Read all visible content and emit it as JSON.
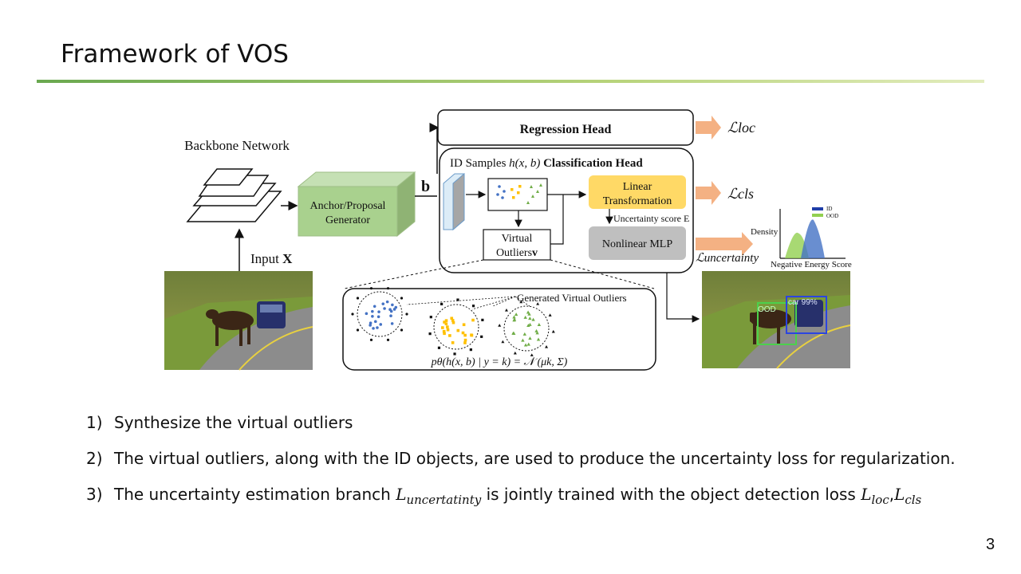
{
  "slide": {
    "title": "Framework of VOS",
    "page_number": "3"
  },
  "diagram": {
    "backbone_label": "Backbone Network",
    "input_label": "Input",
    "input_symbol": "X",
    "anchor_line1": "Anchor/Proposal",
    "anchor_line2": "Generator",
    "b_label": "b",
    "regression_head": "Regression Head",
    "id_samples_prefix": "ID Samples ",
    "id_samples_math": "h(x, b)",
    "classification_head": "Classification Head",
    "linear_line1": "Linear",
    "linear_line2": "Transformation",
    "uncertainty_score": "Uncertainty score E",
    "nonlinear_mlp": "Nonlinear MLP",
    "virtual_line1": "Virtual",
    "virtual_line2": "Outliers",
    "virtual_symbol": "v",
    "loss_loc": "ℒloc",
    "loss_cls": "ℒcls",
    "loss_unc": "ℒuncertainty",
    "generated_outliers": "Generated Virtual Outliers",
    "gaussian_formula": "pθ(h(x, b) | y = k) = 𝒩 (μk, Σ)",
    "density_label": "Density",
    "energy_label": "Negative Energy Score",
    "legend_id": "ID",
    "legend_ood": "OOD",
    "det_ood": "OOD",
    "det_car": "car 99%"
  },
  "bullets": [
    {
      "num": "1)",
      "text": "Synthesize the virtual outliers"
    },
    {
      "num": "2)",
      "text": "The virtual outliers, along with the ID objects, are used to produce the uncertainty loss for regularization."
    },
    {
      "num": "3)",
      "pre": "The uncertainty estimation branch ",
      "m1_base": "L",
      "m1_sub": "uncertatinty",
      "mid": " is jointly trained with the object detection loss ",
      "m2_base": "L",
      "m2_sub": "loc",
      "sep": ",",
      "m3_base": "L",
      "m3_sub": "cls"
    }
  ],
  "colors": {
    "accent_green": "#6aa84f",
    "anchor_box": "#a9d18e",
    "linear_box": "#ffd966",
    "mlp_box": "#bfbfbf",
    "arrow_orange": "#f4b183",
    "id_blue": "#4472c4",
    "ood_green": "#92d050",
    "yellow_dots": "#ffc000"
  }
}
